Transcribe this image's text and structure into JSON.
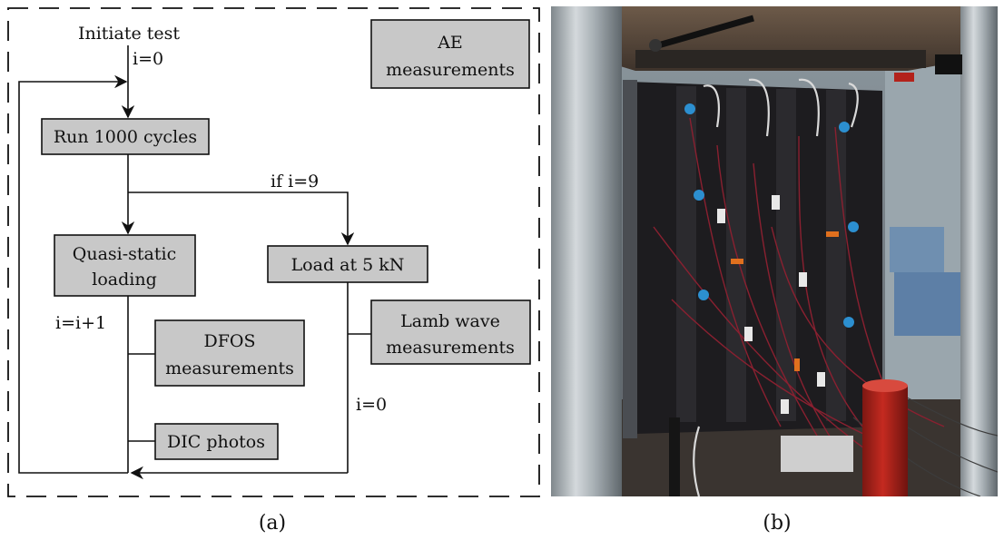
{
  "panel_a": {
    "caption": "(a)",
    "start_label": "Initiate test",
    "init_label": "i=0",
    "ae_box": [
      "AE",
      "measurements"
    ],
    "run_box": "Run 1000 cycles",
    "branch_label": "if i=9",
    "quasi_box": [
      "Quasi-static",
      "loading"
    ],
    "load_box": "Load at 5 kN",
    "increment_label": "i=i+1",
    "dfos_box": [
      "DFOS",
      "measurements"
    ],
    "lamb_box": [
      "Lamb wave",
      "measurements"
    ],
    "reset_label": "i=0",
    "dic_box": "DIC photos"
  },
  "panel_b": {
    "caption": "(b)",
    "colors": {
      "frame_steel": "#a9b1b6",
      "panel_black": "#1d1c1f",
      "machine_top": "#5a4a3e",
      "floor": "#3a3430",
      "red_cylinder": "#b3221b",
      "wire_red": "#8a2030",
      "clip_white": "#e8e8e8",
      "clip_blue": "#2c8fd0",
      "clip_orange": "#e0701e"
    }
  }
}
